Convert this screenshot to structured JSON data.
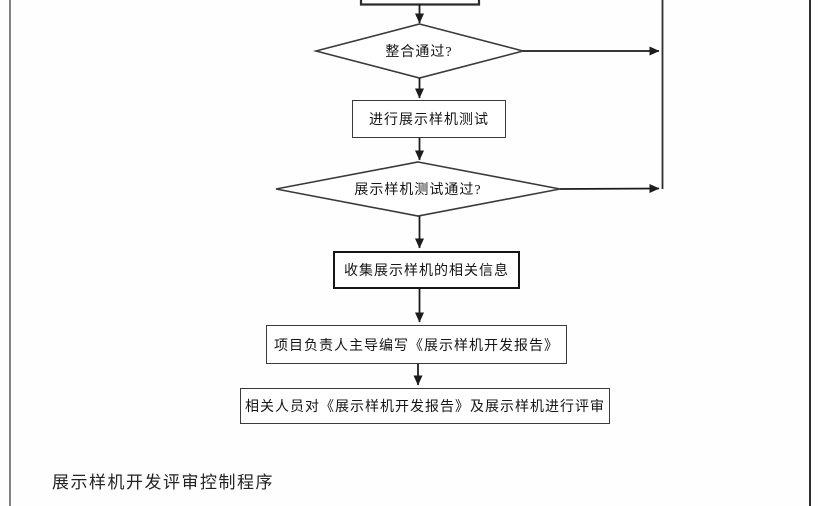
{
  "diagram": {
    "type": "flowchart",
    "caption": "展示样机开发评审控制程序",
    "nodes": {
      "top_process_partial": "",
      "decision_integration": "整合通过?",
      "process_test": "进行展示样机测试",
      "decision_test": "展示样机测试通过?",
      "process_collect": "收集展示样机的相关信息",
      "process_write_report": "项目负责人主导编写《展示样机开发报告》",
      "process_review": "相关人员对《展示样机开发报告》及展示样机进行评审"
    },
    "edges": [
      {
        "from": "top_process_partial",
        "to": "decision_integration",
        "direction": "down"
      },
      {
        "from": "decision_integration",
        "to": "process_test",
        "direction": "down"
      },
      {
        "from": "decision_integration",
        "to": "feedback_line_up",
        "direction": "right"
      },
      {
        "from": "process_test",
        "to": "decision_test",
        "direction": "down"
      },
      {
        "from": "decision_test",
        "to": "process_collect",
        "direction": "down"
      },
      {
        "from": "decision_test",
        "to": "feedback_line_up",
        "direction": "right"
      },
      {
        "from": "process_collect",
        "to": "process_write_report",
        "direction": "down"
      },
      {
        "from": "process_write_report",
        "to": "process_review",
        "direction": "down"
      }
    ]
  },
  "colors": {
    "line": "#2d2d2d",
    "node_border": "#3a3a3a",
    "bold_node_border": "#161616",
    "frame_left": "#828282",
    "frame_right": "#2e2e2e",
    "text": "#151515",
    "background": "#fefefe"
  }
}
